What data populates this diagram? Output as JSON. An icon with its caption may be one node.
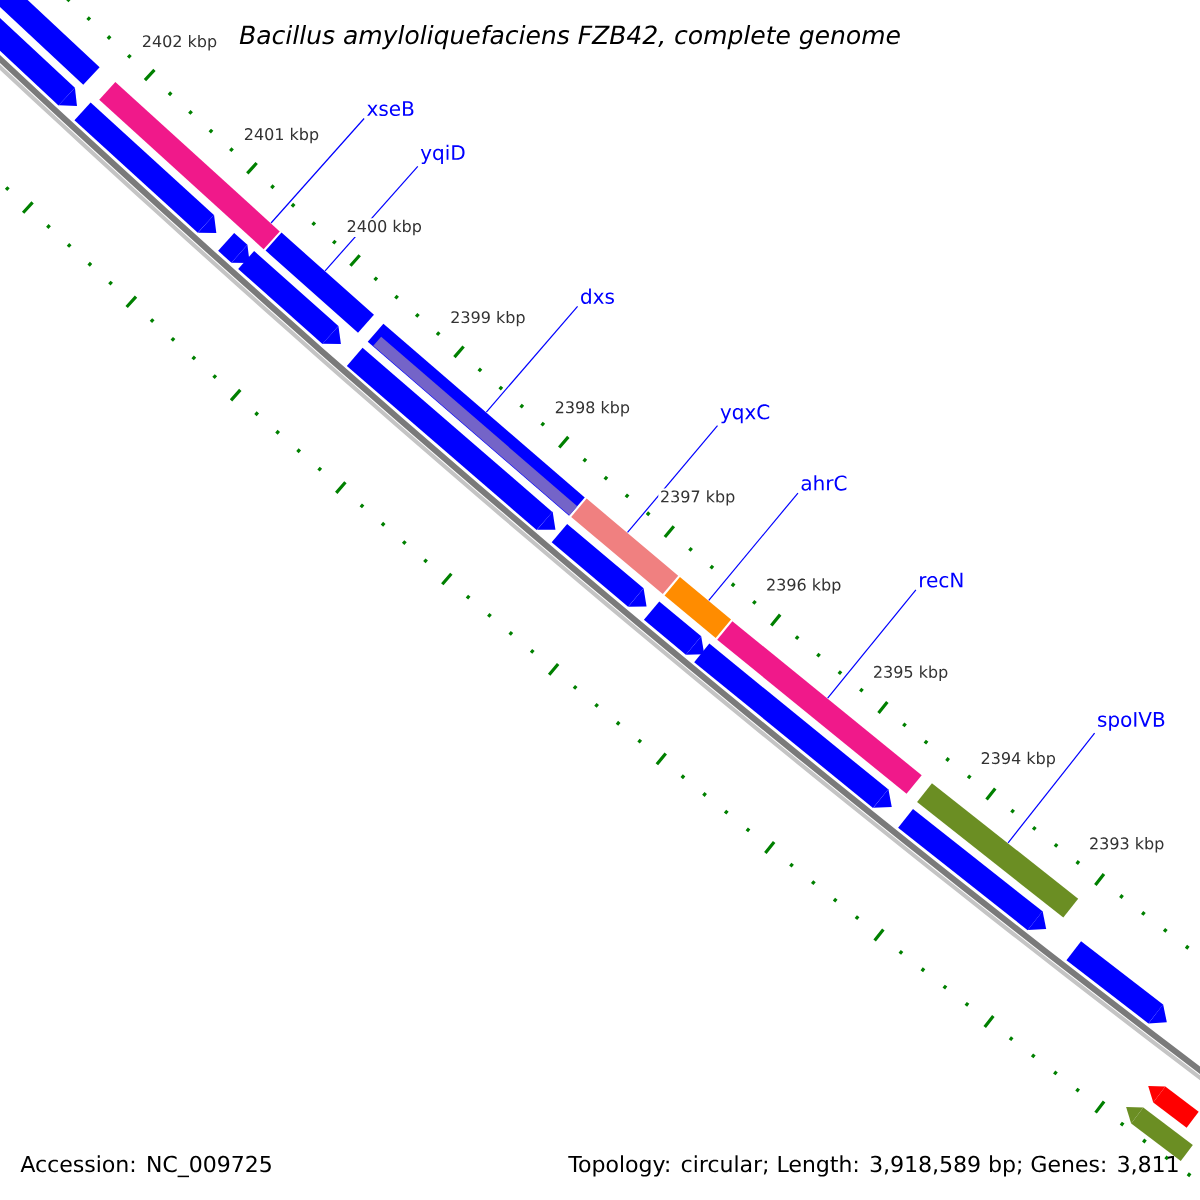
{
  "diagram": {
    "title": "Bacillus amyloliquefaciens FZB42, complete genome",
    "nodes": [
      {
        "text": [
          "xseB"
        ]
      },
      {
        "text": [
          "yqiD"
        ]
      },
      {
        "text": [
          "dxs"
        ]
      },
      {
        "text": [
          "yqxC"
        ]
      },
      {
        "text": [
          "ahrC"
        ]
      },
      {
        "text": [
          "recN"
        ]
      },
      {
        "text": [
          "spoIVB"
        ]
      },
      {
        "text": [],
        "shape": "bar"
      },
      {
        "text": [],
        "shape": "pentagon"
      },
      {
        "text": [],
        "shape": "bar"
      },
      {
        "text": [],
        "shape": "pentagon"
      },
      {
        "text": [],
        "shape": "pentagon"
      },
      {
        "text": [],
        "shape": "bar"
      },
      {
        "text": [],
        "shape": "pentagon"
      },
      {
        "text": [],
        "shape": "bar"
      },
      {
        "text": [],
        "shape": "pentagon"
      },
      {
        "text": [],
        "shape": "bar"
      },
      {
        "text": [],
        "shape": "pentagon"
      },
      {
        "text": [],
        "shape": "bar"
      },
      {
        "text": [],
        "shape": "pentagon"
      },
      {
        "text": [],
        "shape": "bar"
      },
      {
        "text": [],
        "shape": "pentagon"
      },
      {
        "text": [],
        "shape": "bar"
      },
      {
        "text": [],
        "shape": "pentagon"
      },
      {
        "text": [],
        "shape": "pentagon"
      },
      {
        "text": [],
        "shape": "pentagon"
      },
      {
        "text": [],
        "shape": "pentagon"
      }
    ],
    "edges": [
      {
        "from": 0,
        "to": 9,
        "arrow": "none"
      },
      {
        "from": 1,
        "to": 12,
        "arrow": "none"
      },
      {
        "from": 2,
        "to": 14,
        "arrow": "none"
      },
      {
        "from": 3,
        "to": 16,
        "arrow": "none"
      },
      {
        "from": 4,
        "to": 18,
        "arrow": "none"
      },
      {
        "from": 5,
        "to": 20,
        "arrow": "none"
      },
      {
        "from": 6,
        "to": 22,
        "arrow": "none"
      }
    ],
    "labels": [
      "2402 kbp",
      "2401 kbp",
      "2400 kbp",
      "2399 kbp",
      "2398 kbp",
      "2397 kbp",
      "2396 kbp",
      "2395 kbp",
      "2394 kbp",
      "2393 kbp",
      "Accession: NC_009725",
      "Topology: circular; Length: 3,918,589 bp; Genes: 3,811"
    ]
  }
}
